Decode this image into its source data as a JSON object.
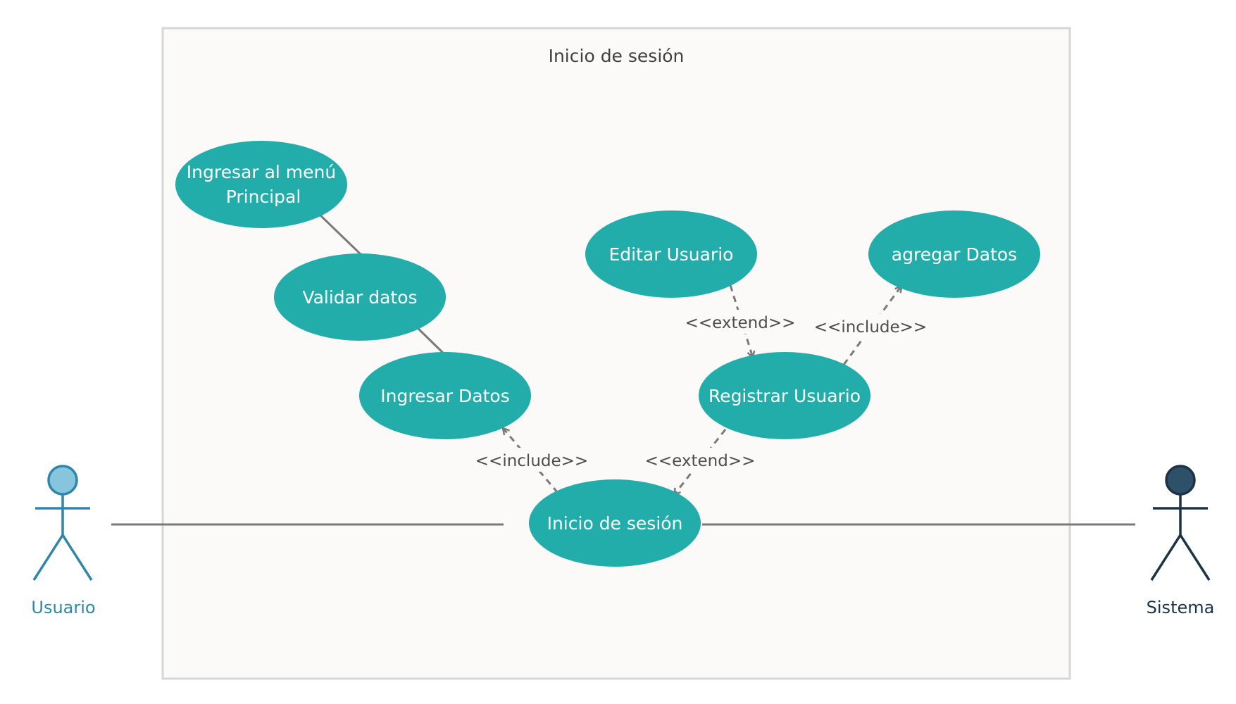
{
  "system": {
    "title": "Inicio de sesión"
  },
  "actors": {
    "left": {
      "label": "Usuario",
      "color": "#2e86ab",
      "head_fill": "#87c4de"
    },
    "right": {
      "label": "Sistema",
      "color": "#1c3344",
      "head_fill": "#2e5068"
    }
  },
  "use_cases": {
    "ingresar_menu": {
      "line1": "Ingresar al menú",
      "line2": "Principal"
    },
    "validar_datos": {
      "label": "Validar datos"
    },
    "ingresar_datos": {
      "label": "Ingresar Datos"
    },
    "editar_usuario": {
      "label": "Editar Usuario"
    },
    "agregar_datos": {
      "label": "agregar Datos"
    },
    "registrar_usuario": {
      "label": "Registrar Usuario"
    },
    "inicio_sesion": {
      "label": "Inicio de sesión"
    }
  },
  "relations": {
    "include_ingresar_datos": "<<include>>",
    "extend_registrar": "<<extend>>",
    "extend_editar": "<<extend>>",
    "include_agregar": "<<include>>"
  },
  "colors": {
    "use_case_fill": "#22adaa",
    "boundary_fill": "#fbfaf8",
    "boundary_stroke": "#d6d6d6",
    "line": "#7a7a7a"
  }
}
